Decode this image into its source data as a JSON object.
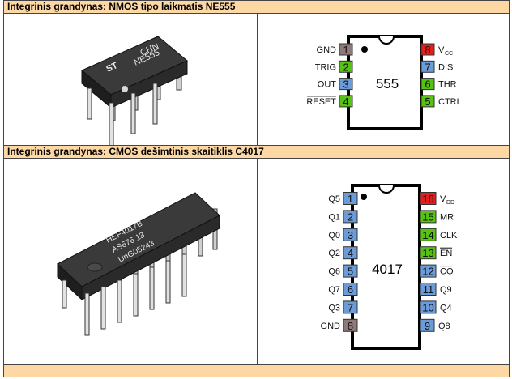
{
  "sections": [
    {
      "title": "Integrinis grandynas: NMOS tipo laikmatis NE555",
      "chip_marking": [
        "CHN",
        "NE555"
      ],
      "diagram_label": "555",
      "left_pins": [
        {
          "num": "1",
          "label": "GND",
          "color": "#8e7a78"
        },
        {
          "num": "2",
          "label": "TRIG",
          "color": "#57c214"
        },
        {
          "num": "3",
          "label": "OUT",
          "color": "#6b9bd8"
        },
        {
          "num": "4",
          "label": "RESET",
          "color": "#57c214"
        }
      ],
      "right_pins": [
        {
          "num": "8",
          "label": "V",
          "sub": "CC",
          "color": "#e31d1d"
        },
        {
          "num": "7",
          "label": "DIS",
          "color": "#6b9bd8"
        },
        {
          "num": "6",
          "label": "THR",
          "color": "#57c214"
        },
        {
          "num": "5",
          "label": "CTRL",
          "color": "#57c214"
        }
      ]
    },
    {
      "title": "Integrinis grandynas: CMOS dešimtinis skaitiklis C4017",
      "chip_marking": [
        "HEF4017B",
        "AS676   13",
        "UnG05243"
      ],
      "diagram_label": "4017",
      "left_pins": [
        {
          "num": "1",
          "label": "Q5",
          "color": "#6b9bd8"
        },
        {
          "num": "2",
          "label": "Q1",
          "color": "#6b9bd8"
        },
        {
          "num": "3",
          "label": "Q0",
          "color": "#6b9bd8"
        },
        {
          "num": "4",
          "label": "Q2",
          "color": "#6b9bd8"
        },
        {
          "num": "5",
          "label": "Q6",
          "color": "#6b9bd8"
        },
        {
          "num": "6",
          "label": "Q7",
          "color": "#6b9bd8"
        },
        {
          "num": "7",
          "label": "Q3",
          "color": "#6b9bd8"
        },
        {
          "num": "8",
          "label": "GND",
          "color": "#8e7a78"
        }
      ],
      "right_pins": [
        {
          "num": "16",
          "label": "V",
          "sub": "DD",
          "color": "#e31d1d"
        },
        {
          "num": "15",
          "label": "MR",
          "color": "#57c214"
        },
        {
          "num": "14",
          "label": "CLK",
          "color": "#57c214"
        },
        {
          "num": "13",
          "label": "EN",
          "color": "#57c214"
        },
        {
          "num": "12",
          "label": "CO",
          "color": "#6b9bd8"
        },
        {
          "num": "11",
          "label": "Q9",
          "color": "#6b9bd8"
        },
        {
          "num": "10",
          "label": "Q4",
          "color": "#6b9bd8"
        },
        {
          "num": "9",
          "label": "Q8",
          "color": "#6b9bd8"
        }
      ]
    }
  ]
}
